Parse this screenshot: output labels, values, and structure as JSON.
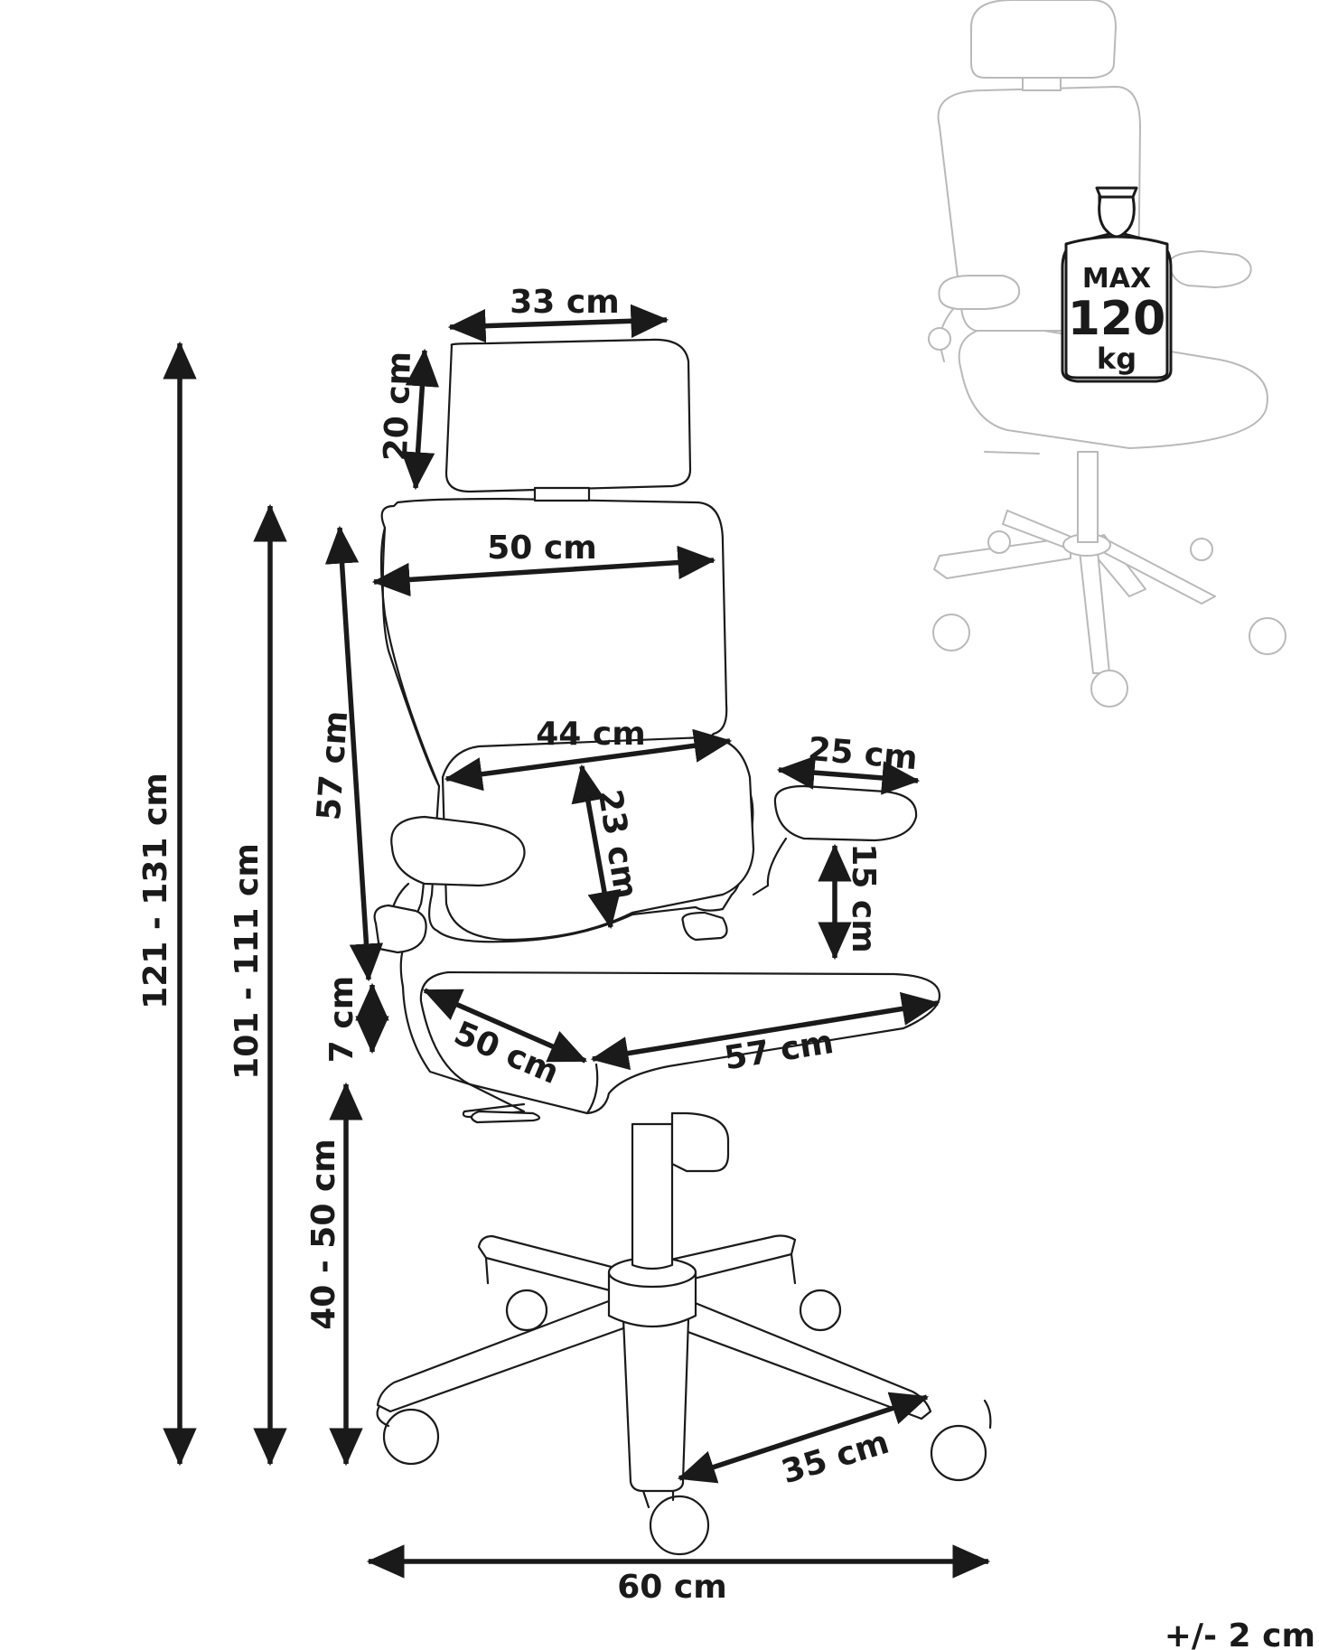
{
  "dimensions": [
    {
      "id": "headrest-width",
      "label": "33 cm"
    },
    {
      "id": "headrest-height",
      "label": "20 cm"
    },
    {
      "id": "backrest-top-width",
      "label": "50 cm"
    },
    {
      "id": "backrest-height",
      "label": "57 cm"
    },
    {
      "id": "lumbar-width",
      "label": "44 cm"
    },
    {
      "id": "lumbar-height",
      "label": "23 cm"
    },
    {
      "id": "armrest-length",
      "label": "25 cm"
    },
    {
      "id": "armrest-height",
      "label": "15 cm"
    },
    {
      "id": "seat-depth",
      "label": "50 cm"
    },
    {
      "id": "seat-width",
      "label": "57 cm"
    },
    {
      "id": "seat-thickness",
      "label": "7 cm"
    },
    {
      "id": "total-height",
      "label": "121 - 131 cm"
    },
    {
      "id": "backrest-top-height",
      "label": "101 - 111 cm"
    },
    {
      "id": "seat-height",
      "label": "40 - 50 cm"
    },
    {
      "id": "base-leg",
      "label": "35 cm"
    },
    {
      "id": "base-width",
      "label": "60 cm"
    }
  ],
  "max_load": {
    "prefix": "MAX",
    "value": "120",
    "unit": "kg"
  },
  "tolerance": "+/- 2 cm"
}
